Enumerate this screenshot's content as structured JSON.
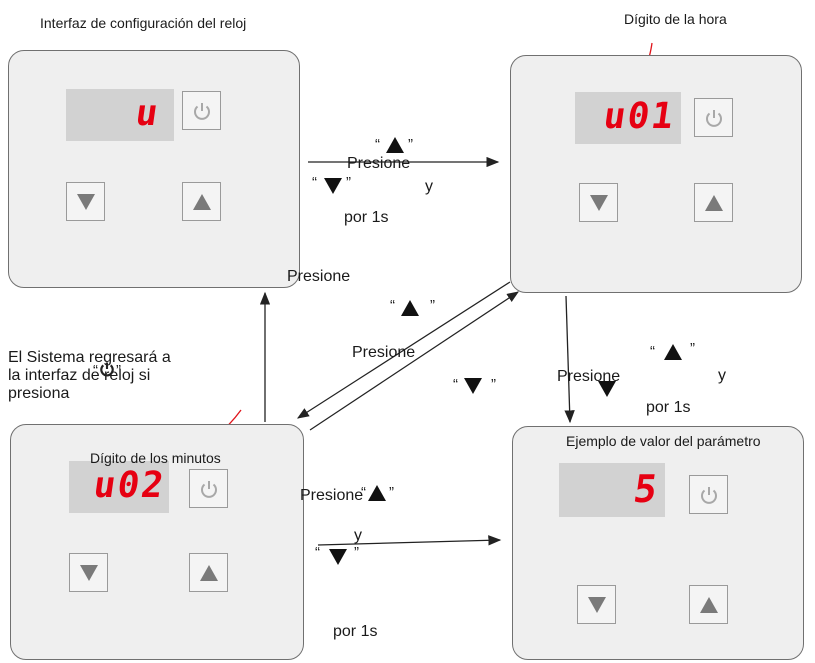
{
  "labels": {
    "clock_interface": "Interfaz de configuración del reloj",
    "hour_digit": "Dígito de la hora",
    "minute_digit": "Dígito de los minutos",
    "param_example": "Ejemplo de valor del parámetro",
    "return_note_line1": "El Sistema regresará a",
    "return_note_line2": "la interfaz de reloj si",
    "return_note_line3": "presiona",
    "press": "Presione",
    "and": "y",
    "for_1s": "por 1s",
    "quote_open": "“",
    "quote_close": "”"
  },
  "displays": {
    "panel1": "u",
    "panel2": "u01",
    "panel3": "u02",
    "panel4": "5"
  },
  "icons": {
    "up": "up-triangle-icon",
    "down": "down-triangle-icon",
    "power": "power-icon"
  },
  "colors": {
    "display_digits": "#e60012",
    "annotation_arrow": "#e0141b",
    "panel_background": "#efefef",
    "lcd_background": "#d2d2d2"
  }
}
